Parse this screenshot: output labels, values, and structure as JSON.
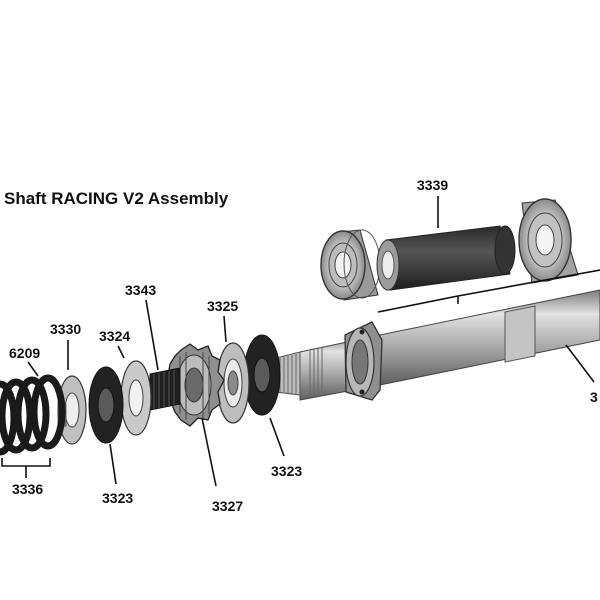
{
  "title": "Shaft RACING V2 Assembly",
  "callouts": {
    "c3339": "3339",
    "c3343": "3343",
    "c3325": "3325",
    "c3330": "3330",
    "c3324": "3324",
    "c6209": "6209",
    "c3336": "3336",
    "c3323_left": "3323",
    "c3327": "3327",
    "c3323_right": "3323",
    "c33_partial": "3"
  },
  "colors": {
    "ink": "#111111",
    "steel_light": "#d9d9d9",
    "steel_mid": "#a9a9a9",
    "steel_dark": "#6e6e6e",
    "spring_black": "#1a1a1a",
    "sleeve_dark": "#3a3a3a"
  }
}
